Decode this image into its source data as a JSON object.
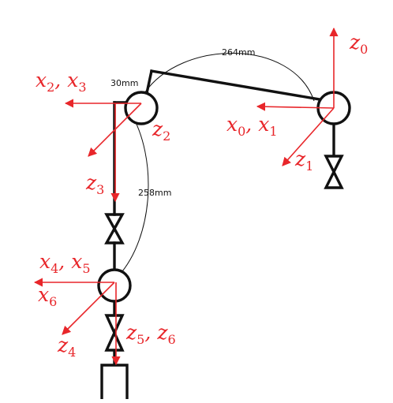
{
  "colors": {
    "axis": "#e8262a",
    "link": "#111111",
    "background": "#ffffff"
  },
  "dimensions": {
    "upper_link": "264mm",
    "offset": "30mm",
    "forearm": "258mm"
  },
  "labels": {
    "base_z": {
      "var": "z",
      "sub": "0"
    },
    "base_x": {
      "var1": "x",
      "sub1": "0",
      "sep": ",",
      "var2": "x",
      "sub2": "1"
    },
    "base_zr": {
      "var": "z",
      "sub": "1"
    },
    "shoulder_x": {
      "var1": "x",
      "sub1": "2",
      "sep": ",",
      "var2": "x",
      "sub2": "3"
    },
    "shoulder_z": {
      "var": "z",
      "sub": "2"
    },
    "elbow_z": {
      "var": "z",
      "sub": "3"
    },
    "wrist_x": {
      "var1": "x",
      "sub1": "4",
      "sep": ",",
      "var2": "x",
      "sub2": "5"
    },
    "wrist_x6": {
      "var": "x",
      "sub": "6"
    },
    "wrist_z4": {
      "var": "z",
      "sub": "4"
    },
    "wrist_z56": {
      "var1": "z",
      "sub1": "5",
      "sep": ",",
      "var2": "z",
      "sub2": "6"
    }
  }
}
